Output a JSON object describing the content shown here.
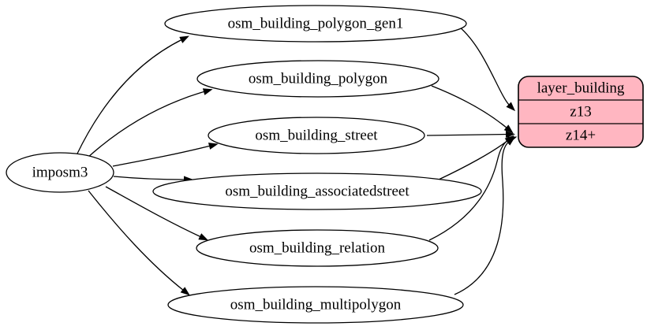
{
  "diagram": {
    "source": {
      "label": "imposm3"
    },
    "tables": [
      {
        "label": "osm_building_polygon_gen1"
      },
      {
        "label": "osm_building_polygon"
      },
      {
        "label": "osm_building_street"
      },
      {
        "label": "osm_building_associatedstreet"
      },
      {
        "label": "osm_building_relation"
      },
      {
        "label": "osm_building_multipolygon"
      }
    ],
    "layer": {
      "title": "layer_building",
      "rows": [
        "z13",
        "z14+"
      ],
      "fill": "#ffb6c1",
      "border": "#000000"
    },
    "edges": [
      {
        "from": "imposm3",
        "to": "osm_building_polygon_gen1"
      },
      {
        "from": "imposm3",
        "to": "osm_building_polygon"
      },
      {
        "from": "imposm3",
        "to": "osm_building_street"
      },
      {
        "from": "imposm3",
        "to": "osm_building_associatedstreet"
      },
      {
        "from": "imposm3",
        "to": "osm_building_relation"
      },
      {
        "from": "imposm3",
        "to": "osm_building_multipolygon"
      },
      {
        "from": "osm_building_polygon_gen1",
        "to": "layer_building:z13"
      },
      {
        "from": "osm_building_polygon",
        "to": "layer_building:z14+"
      },
      {
        "from": "osm_building_street",
        "to": "layer_building:z14+"
      },
      {
        "from": "osm_building_associatedstreet",
        "to": "layer_building:z14+"
      },
      {
        "from": "osm_building_relation",
        "to": "layer_building:z14+"
      },
      {
        "from": "osm_building_multipolygon",
        "to": "layer_building:z14+"
      }
    ]
  }
}
